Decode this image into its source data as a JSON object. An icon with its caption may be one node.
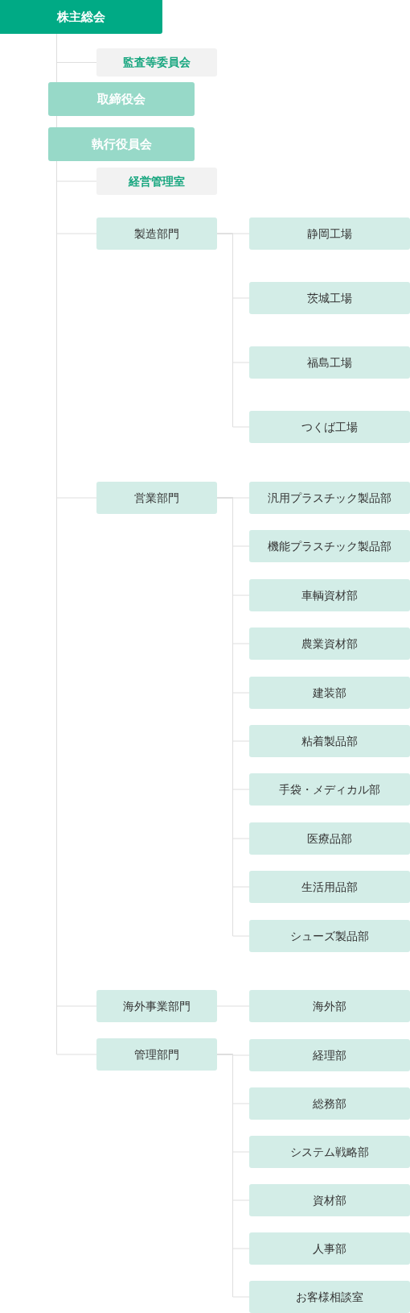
{
  "diagram": {
    "nodes": [
      {
        "text": [
          "株主総会"
        ]
      },
      {
        "text": [
          "監査等委員会"
        ]
      },
      {
        "text": [
          "取締役会"
        ]
      },
      {
        "text": [
          "執行役員会"
        ]
      },
      {
        "text": [
          "経営管理室"
        ]
      },
      {
        "text": [
          "製造部門"
        ]
      },
      {
        "text": [
          "静岡工場"
        ]
      },
      {
        "text": [
          "茨城工場"
        ]
      },
      {
        "text": [
          "福島工場"
        ]
      },
      {
        "text": [
          "つくば工場"
        ]
      },
      {
        "text": [
          "営業部門"
        ]
      },
      {
        "text": [
          "汎用プラスチック製品部"
        ]
      },
      {
        "text": [
          "機能プラスチック製品部"
        ]
      },
      {
        "text": [
          "車輌資材部"
        ]
      },
      {
        "text": [
          "農業資材部"
        ]
      },
      {
        "text": [
          "建装部"
        ]
      },
      {
        "text": [
          "粘着製品部"
        ]
      },
      {
        "text": [
          "手袋・メディカル部"
        ]
      },
      {
        "text": [
          "医療品部"
        ]
      },
      {
        "text": [
          "生活用品部"
        ]
      },
      {
        "text": [
          "シューズ製品部"
        ]
      },
      {
        "text": [
          "海外事業部門"
        ]
      },
      {
        "text": [
          "海外部"
        ]
      },
      {
        "text": [
          "管理部門"
        ]
      },
      {
        "text": [
          "経理部"
        ]
      },
      {
        "text": [
          "総務部"
        ]
      },
      {
        "text": [
          "システム戦略部"
        ]
      },
      {
        "text": [
          "資材部"
        ]
      },
      {
        "text": [
          "人事部"
        ]
      },
      {
        "text": [
          "お客様相談室"
        ]
      }
    ],
    "edges": [
      {
        "from": 0,
        "to": 1,
        "arrow": "none"
      },
      {
        "from": 0,
        "to": 2,
        "arrow": "none"
      },
      {
        "from": 2,
        "to": 3,
        "arrow": "none"
      },
      {
        "from": 3,
        "to": 4,
        "arrow": "none"
      },
      {
        "from": 3,
        "to": 5,
        "arrow": "none"
      },
      {
        "from": 3,
        "to": 10,
        "arrow": "none"
      },
      {
        "from": 3,
        "to": 21,
        "arrow": "none"
      },
      {
        "from": 3,
        "to": 23,
        "arrow": "none"
      },
      {
        "from": 5,
        "to": 6,
        "arrow": "none"
      },
      {
        "from": 5,
        "to": 7,
        "arrow": "none"
      },
      {
        "from": 5,
        "to": 8,
        "arrow": "none"
      },
      {
        "from": 5,
        "to": 9,
        "arrow": "none"
      },
      {
        "from": 10,
        "to": 11,
        "arrow": "none"
      },
      {
        "from": 10,
        "to": 12,
        "arrow": "none"
      },
      {
        "from": 10,
        "to": 13,
        "arrow": "none"
      },
      {
        "from": 10,
        "to": 14,
        "arrow": "none"
      },
      {
        "from": 10,
        "to": 15,
        "arrow": "none"
      },
      {
        "from": 10,
        "to": 16,
        "arrow": "none"
      },
      {
        "from": 10,
        "to": 17,
        "arrow": "none"
      },
      {
        "from": 10,
        "to": 18,
        "arrow": "none"
      },
      {
        "from": 10,
        "to": 19,
        "arrow": "none"
      },
      {
        "from": 10,
        "to": 20,
        "arrow": "none"
      },
      {
        "from": 21,
        "to": 22,
        "arrow": "none"
      },
      {
        "from": 23,
        "to": 24,
        "arrow": "none"
      },
      {
        "from": 23,
        "to": 25,
        "arrow": "none"
      },
      {
        "from": 23,
        "to": 26,
        "arrow": "none"
      },
      {
        "from": 23,
        "to": 27,
        "arrow": "none"
      },
      {
        "from": 23,
        "to": 28,
        "arrow": "none"
      },
      {
        "from": 23,
        "to": 29,
        "arrow": "none"
      }
    ]
  }
}
